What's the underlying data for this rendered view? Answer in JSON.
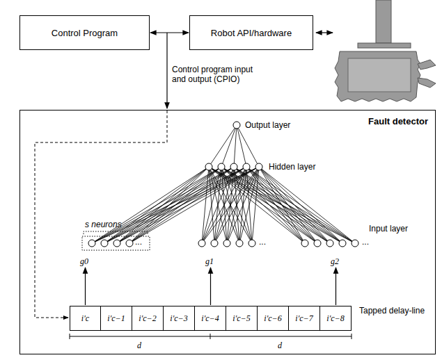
{
  "diagram": {
    "nodes": [
      {
        "text": [
          "Control Program"
        ]
      },
      {
        "text": [
          "Robot API/hardware"
        ]
      },
      {
        "text": [
          "Fault detector"
        ]
      },
      {
        "text": [
          "i′c"
        ],
        "in": 2
      },
      {
        "text": [
          "i′c−1"
        ],
        "in": 2
      },
      {
        "text": [
          "i′c−2"
        ],
        "in": 2
      },
      {
        "text": [
          "i′c−3"
        ],
        "in": 2
      },
      {
        "text": [
          "i′c−4"
        ],
        "in": 2
      },
      {
        "text": [
          "i′c−5"
        ],
        "in": 2
      },
      {
        "text": [
          "i′c−6"
        ],
        "in": 2
      },
      {
        "text": [
          "i′c−7"
        ],
        "in": 2
      },
      {
        "text": [
          "i′c−8"
        ],
        "in": 2
      }
    ],
    "edges": [
      {
        "from": 0,
        "to": 1,
        "arrow": "both"
      }
    ],
    "labels": [
      "Control program input and output (CPIO)",
      "Output layer",
      "Hidden layer",
      "s neurons",
      "Input layer",
      "g0",
      "g1",
      "g2",
      "...",
      "...",
      "...",
      "Tapped delay-line",
      "d",
      "d"
    ]
  }
}
